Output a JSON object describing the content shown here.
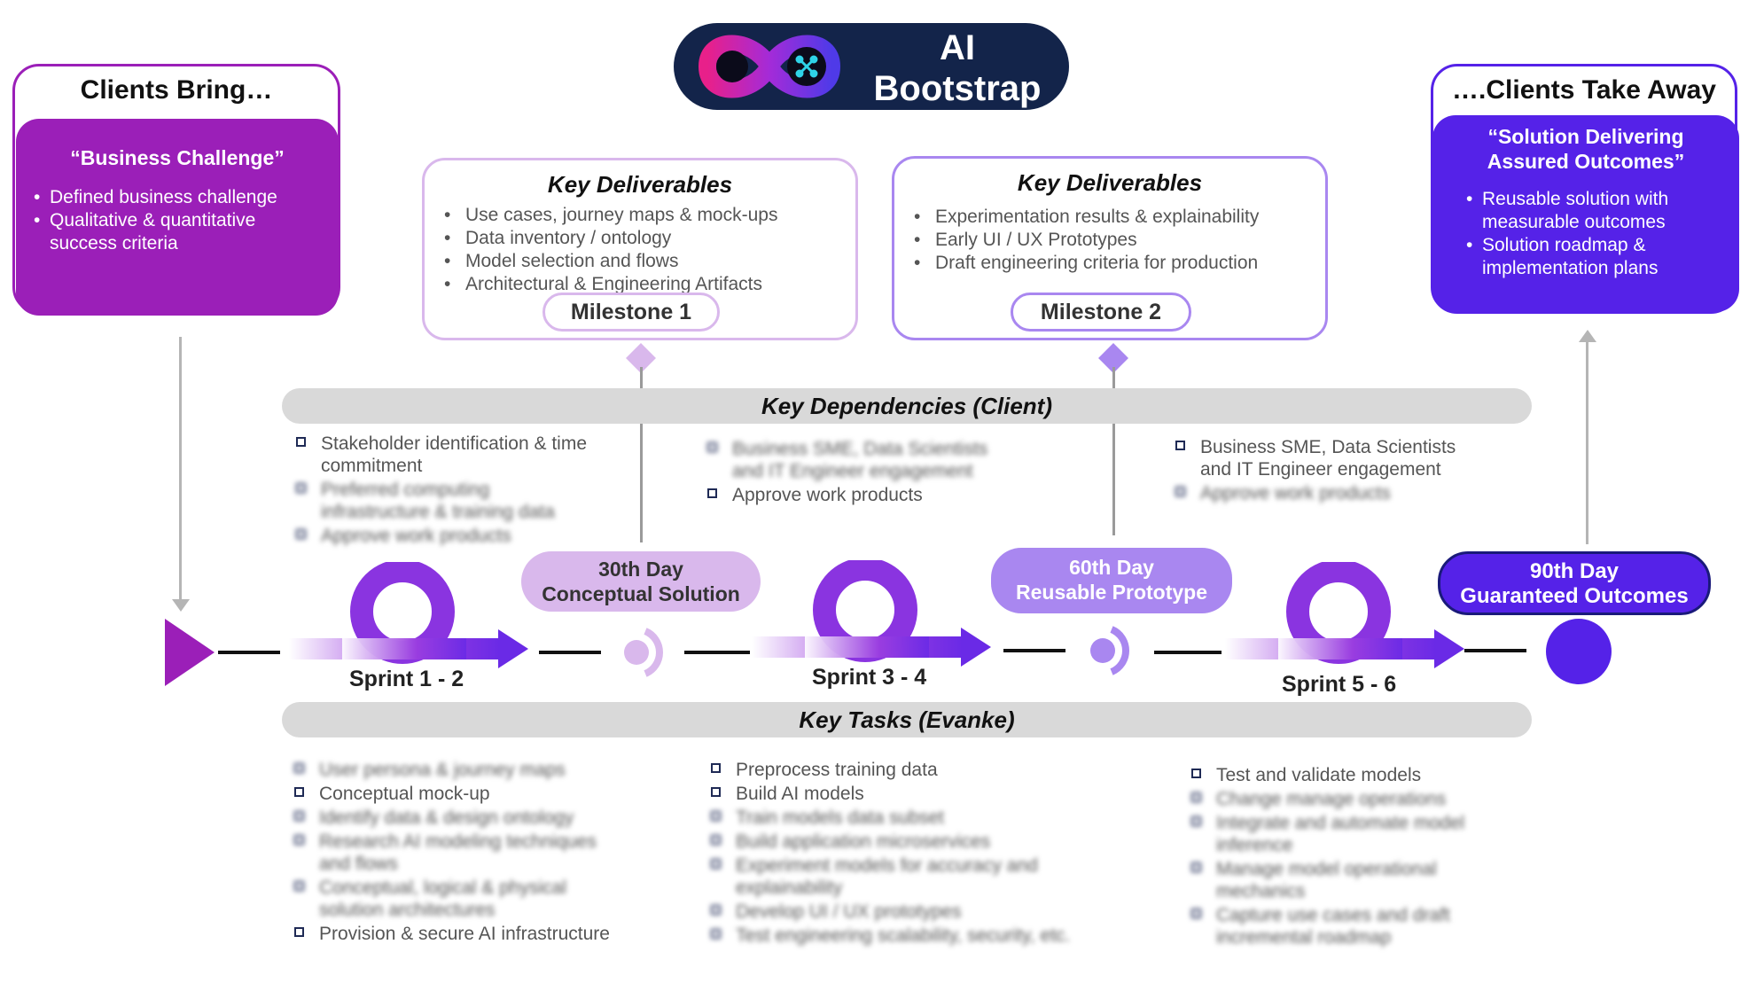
{
  "logo": {
    "line1": "AI",
    "line2": "Bootstrap"
  },
  "clients_bring": {
    "title": "Clients Bring…",
    "heading": "“Business Challenge”",
    "items": [
      "Defined business challenge",
      "Qualitative & quantitative success criteria"
    ]
  },
  "clients_take": {
    "title": "….Clients Take Away",
    "heading": "“Solution Delivering Assured Outcomes”",
    "items": [
      "Reusable solution with measurable outcomes",
      "Solution roadmap & implementation plans"
    ]
  },
  "deliverables1": {
    "title": "Key Deliverables",
    "items": [
      "Use cases, journey maps & mock-ups",
      "Data inventory / ontology",
      "Model selection and flows",
      "Architectural & Engineering Artifacts"
    ],
    "milestone": "Milestone 1"
  },
  "deliverables2": {
    "title": "Key Deliverables",
    "items": [
      "Experimentation results & explainability",
      "Early UI / UX Prototypes",
      "Draft engineering criteria for production"
    ],
    "milestone": "Milestone 2"
  },
  "dependencies": {
    "title": "Key Dependencies (Client)",
    "col1": [
      "Stakeholder identification & time commitment",
      "Preferred computing infrastructure & training data",
      "Approve work products"
    ],
    "col2": [
      "Business SME, Data Scientists and IT Engineer engagement",
      "Approve work products"
    ],
    "col3": [
      "Business SME, Data Scientists and IT Engineer engagement",
      "Approve work products"
    ]
  },
  "timeline": {
    "day30": {
      "line1": "30th Day",
      "line2": "Conceptual Solution"
    },
    "day60": {
      "line1": "60th Day",
      "line2": "Reusable Prototype"
    },
    "day90": {
      "line1": "90th Day",
      "line2": "Guaranteed Outcomes"
    },
    "sprint1": "Sprint 1 - 2",
    "sprint2": "Sprint 3 - 4",
    "sprint3": "Sprint 5 - 6"
  },
  "tasks": {
    "title": "Key Tasks (Evanke)",
    "col1": [
      "User persona & journey maps",
      "Conceptual mock-up",
      "Identify data & design ontology",
      "Research AI modeling techniques and flows",
      "Conceptual, logical & physical solution architectures",
      "Provision & secure AI infrastructure"
    ],
    "col2": [
      "Preprocess training data",
      "Build AI models",
      "Train models data subset",
      "Build application microservices",
      "Experiment models for accuracy and explainability",
      "Develop UI / UX prototypes",
      "Test engineering scalability, security, etc."
    ],
    "col3": [
      "Test and validate models",
      "Change manage operations",
      "Integrate and automate model inference",
      "Manage model operational mechanics",
      "Capture use cases and draft incremental roadmap"
    ]
  },
  "colors": {
    "magenta": "#9b1fb8",
    "violet": "#5522e8",
    "lilac": "#d9b8ec",
    "lavender": "#a987f0",
    "navy": "#13244a"
  }
}
